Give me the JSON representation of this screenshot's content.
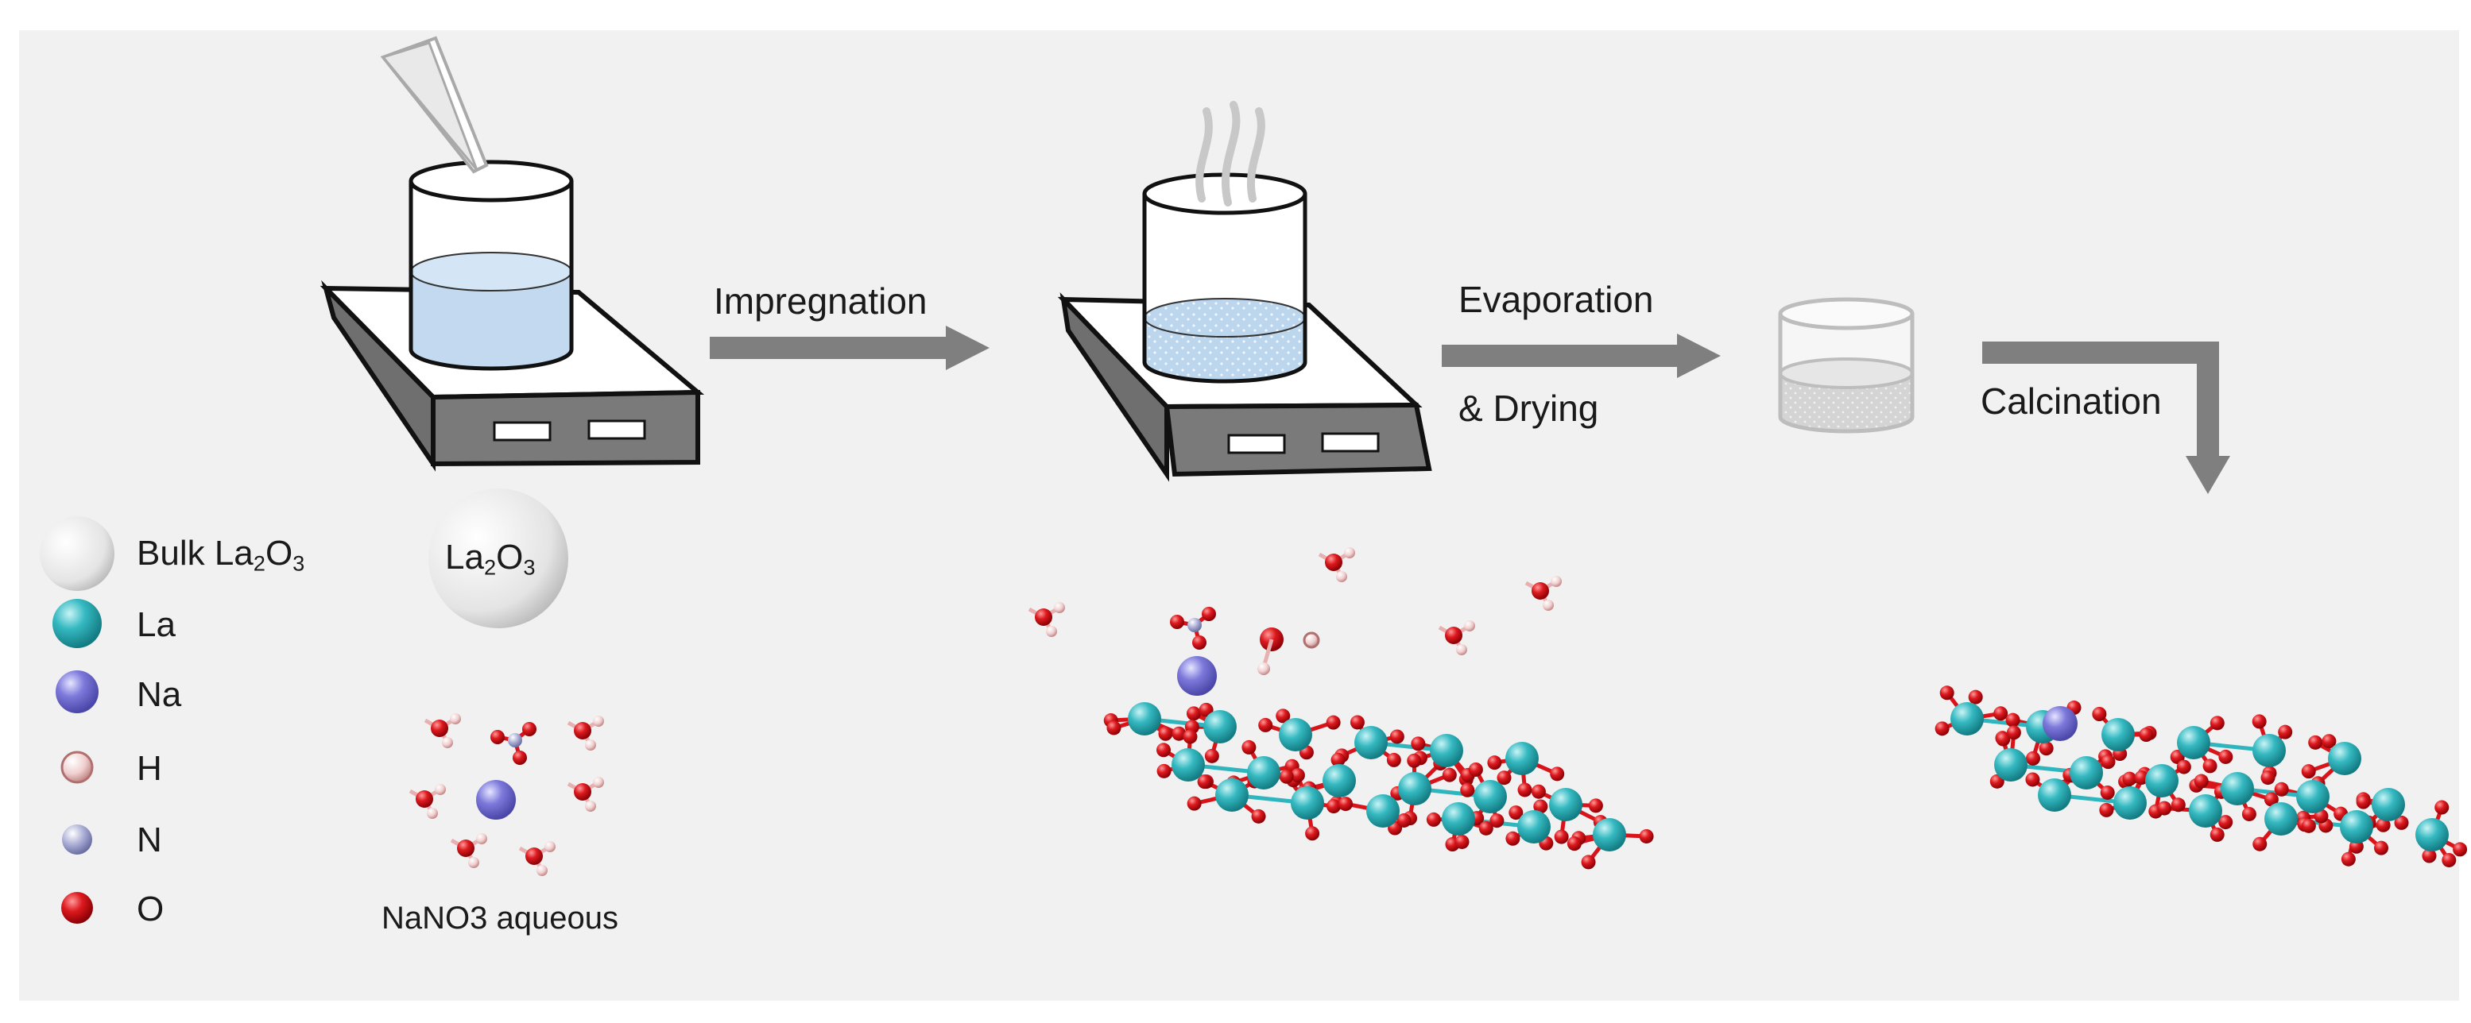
{
  "steps": {
    "impregnation": "Impregnation",
    "evaporation_line1": "Evaporation",
    "evaporation_line2": "& Drying",
    "calcination": "Calcination"
  },
  "support": {
    "text": "La",
    "sub1": "2",
    "mid": "O",
    "sub2": "3"
  },
  "solution_label": "NaNO3 aqueous",
  "legend": [
    {
      "name": "bulk",
      "text": "Bulk La",
      "sub1": "2",
      "mid": "O",
      "sub2": "3",
      "color": "#d9d9d9"
    },
    {
      "name": "la",
      "text": "La",
      "color": "#2fb5bd"
    },
    {
      "name": "na",
      "text": "Na",
      "color": "#7b78d8"
    },
    {
      "name": "h",
      "text": "H",
      "color": "#e8b7b7"
    },
    {
      "name": "n",
      "text": "N",
      "color": "#a8acd0"
    },
    {
      "name": "o",
      "text": "O",
      "color": "#d8141a"
    }
  ],
  "colors": {
    "arrow": "#7f7f7f",
    "hotplate_top": "#ffffff",
    "hotplate_side": "#7f7f7f",
    "solution": "#bcd6ee"
  }
}
